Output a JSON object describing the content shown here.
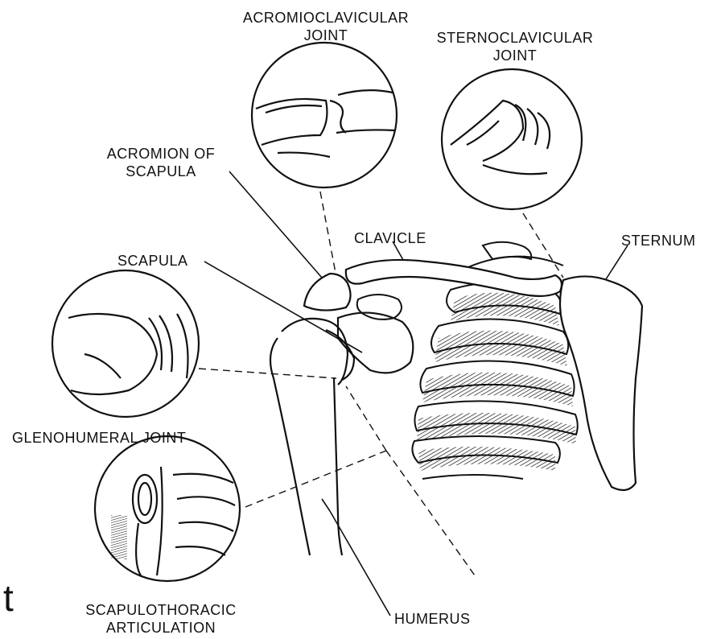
{
  "labels": {
    "acromioclavicular": [
      "ACROMIOCLAVICULAR",
      "JOINT"
    ],
    "sternoclavicular": [
      "STERNOCLAVICULAR",
      "JOINT"
    ],
    "acromion": [
      "ACROMION OF",
      "SCAPULA"
    ],
    "clavicle": "CLAVICLE",
    "sternum": "STERNUM",
    "scapula": "SCAPULA",
    "glenohumeral": "GLENOHUMERAL  JOINT",
    "scapulothoracic": [
      "SCAPULOTHORACIC",
      "ARTICULATION"
    ],
    "humerus": "HUMERUS"
  },
  "stray_text": "t"
}
